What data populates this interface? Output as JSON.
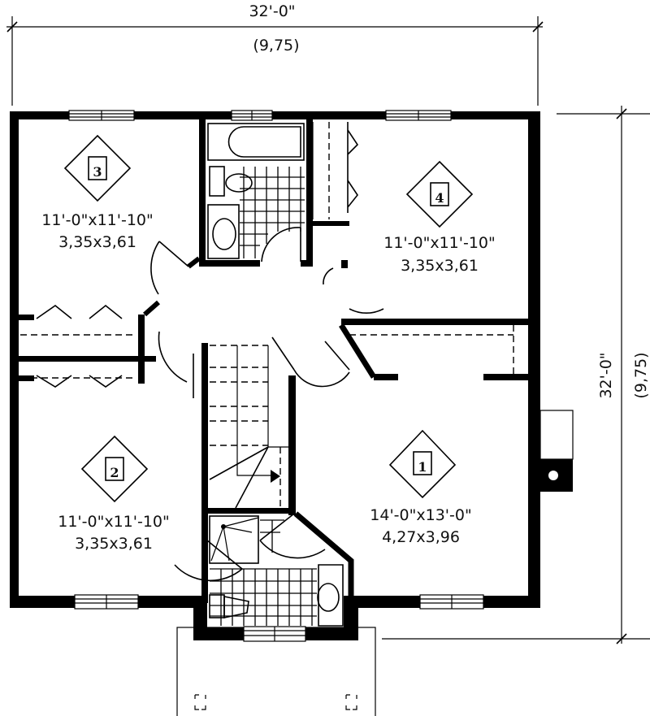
{
  "dimensions": {
    "width_imperial": "32'-0\"",
    "width_metric": "(9,75)",
    "depth_imperial": "32'-0\"",
    "depth_metric": "(9,75)"
  },
  "rooms": [
    {
      "number": "1",
      "imperial": "14'-0\"x13'-0\"",
      "metric": "4,27x3,96"
    },
    {
      "number": "2",
      "imperial": "11'-0\"x11'-10\"",
      "metric": "3,35x3,61"
    },
    {
      "number": "3",
      "imperial": "11'-0\"x11'-10\"",
      "metric": "3,35x3,61"
    },
    {
      "number": "4",
      "imperial": "11'-0\"x11'-10\"",
      "metric": "3,35x3,61"
    }
  ],
  "colors": {
    "ink": "#000000",
    "paper": "#ffffff"
  }
}
